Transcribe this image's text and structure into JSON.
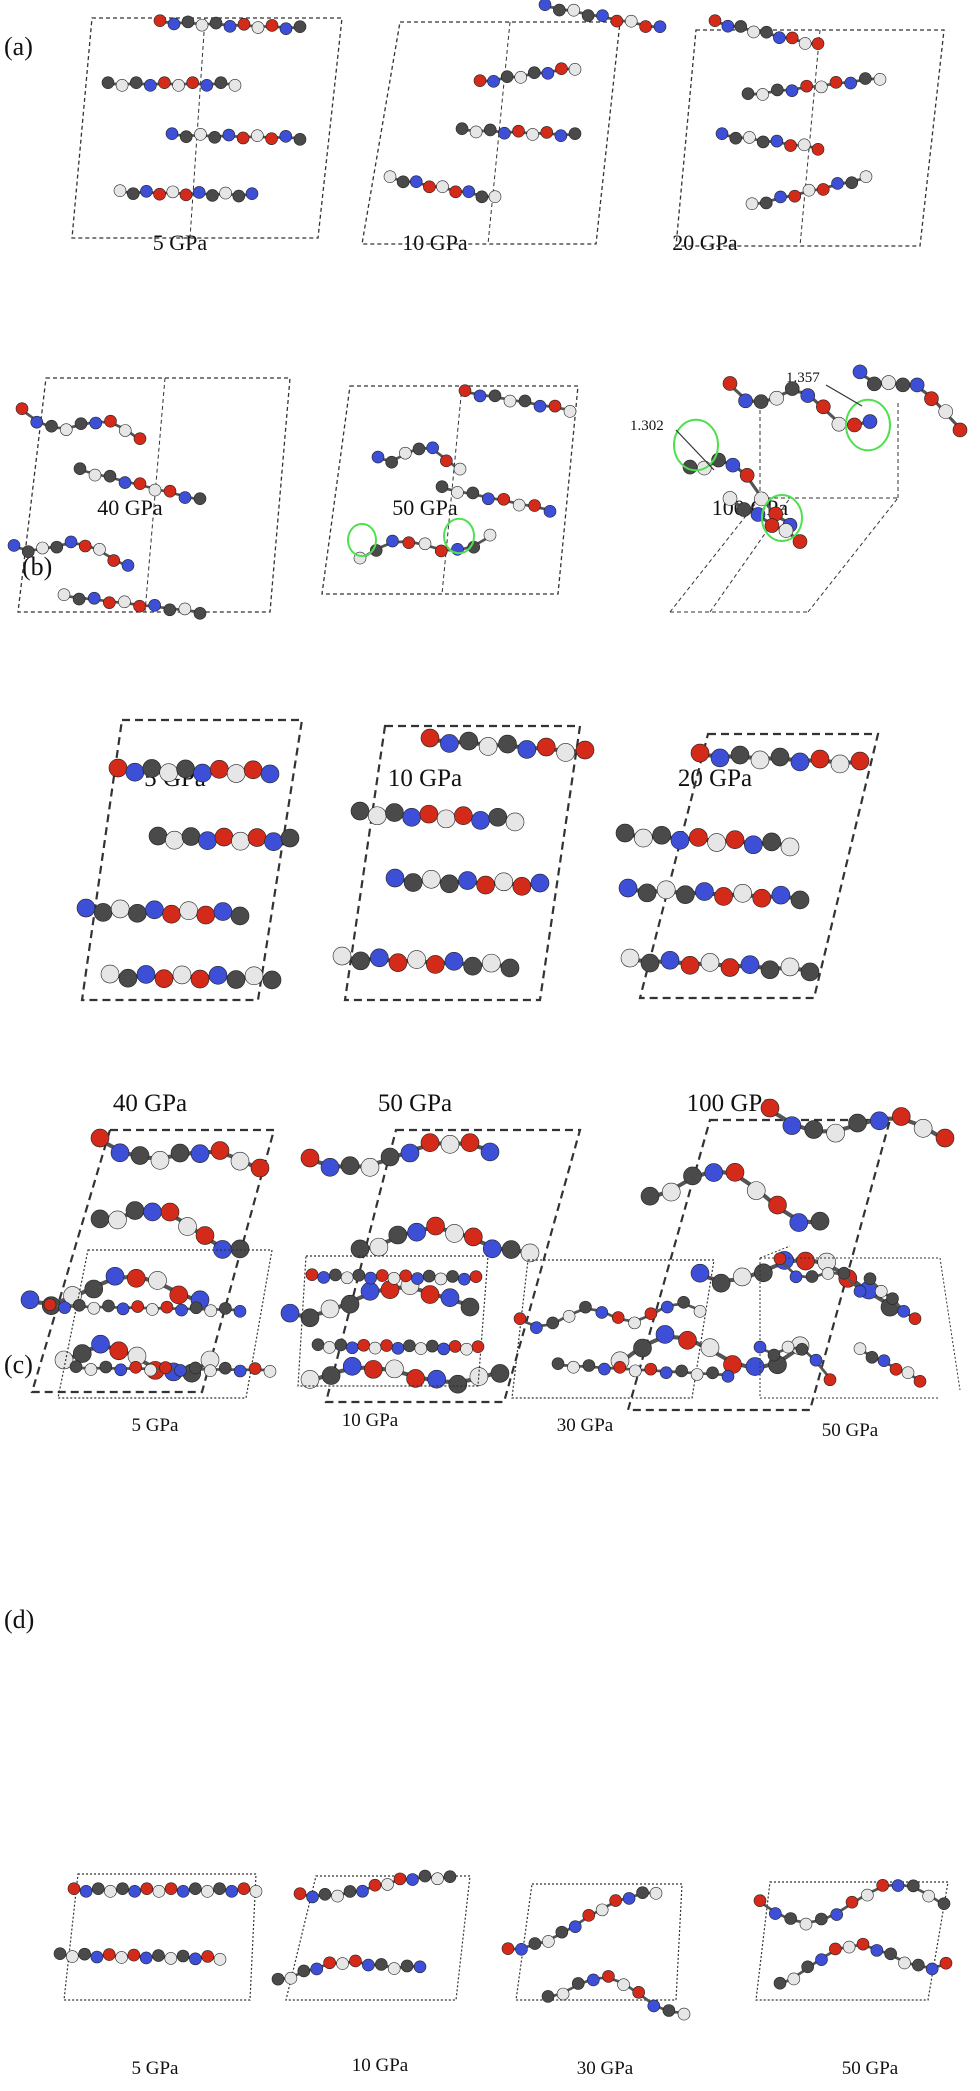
{
  "panels": [
    {
      "label": "(a)",
      "captions": [
        "5  GPa",
        "10 GPa",
        "20 GPa",
        "40 GPa",
        "50 GPa",
        "100 GPa"
      ]
    },
    {
      "label": "(b)",
      "captions": [
        "5 GPa",
        "10 GPa",
        "20 GPa",
        "40 GPa",
        "50 GPa",
        "100 GPa"
      ]
    },
    {
      "label": "(c)",
      "captions": [
        "5 GPa",
        "10 GPa",
        "30 GPa",
        "50 GPa"
      ]
    },
    {
      "label": "(d)",
      "captions": [
        "5 GPa",
        "10 GPa",
        "30 GPa",
        "50 GPa"
      ]
    }
  ],
  "annotations": {
    "bond_1": "1.302",
    "bond_2": "1.357"
  },
  "colors": {
    "oxygen": "#d42a1a",
    "nitrogen": "#3d4fd6",
    "carbon": "#4a4a4a",
    "hydrogen": "#e6e6e6",
    "highlight": "#4fe04f",
    "cell": "#333333"
  }
}
